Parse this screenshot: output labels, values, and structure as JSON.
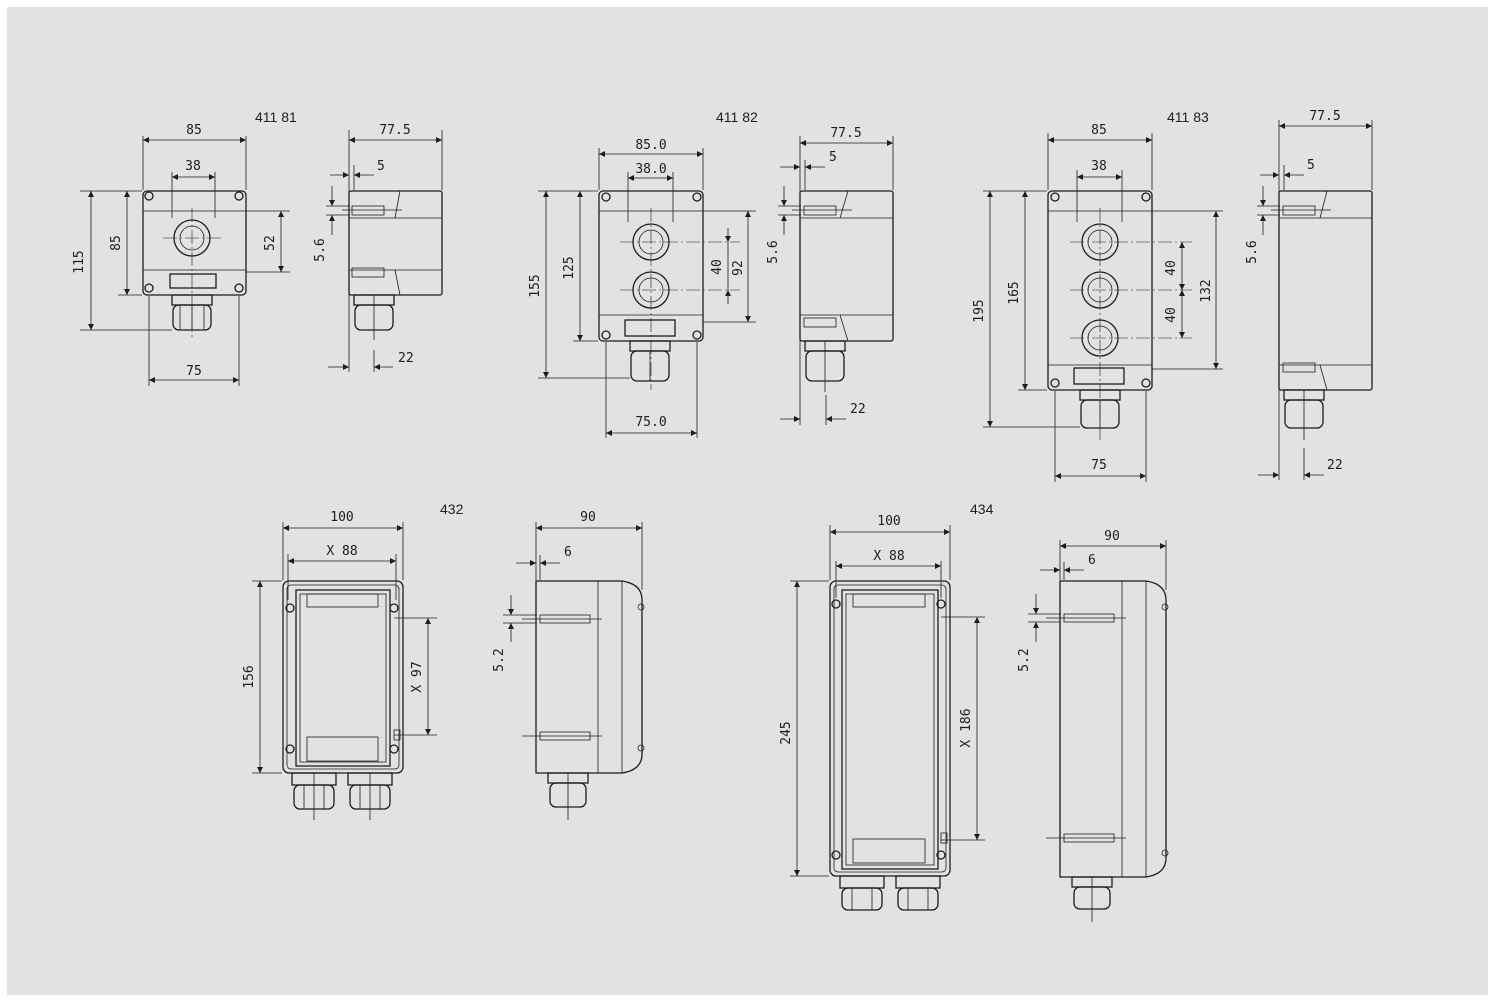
{
  "views": [
    {
      "title": "411 81",
      "front": {
        "width": "85",
        "hole_spacing": "38",
        "height": "85",
        "overall_height": "115",
        "right_dim": "52",
        "bottom_width": "75"
      },
      "side": {
        "depth": "77.5",
        "offset": "5",
        "slot": "5.6",
        "gland": "22"
      }
    },
    {
      "title": "411 82",
      "front": {
        "width": "85.0",
        "hole_spacing": "38.0",
        "height": "125",
        "overall_height": "155",
        "pitch": "40",
        "right_dim": "92",
        "bottom_width": "75.0"
      },
      "side": {
        "depth": "77.5",
        "offset": "5",
        "slot": "5.6",
        "gland": "22"
      }
    },
    {
      "title": "411 83",
      "front": {
        "width": "85",
        "hole_spacing": "38",
        "height": "165",
        "overall_height": "195",
        "pitch_1": "40",
        "pitch_2": "40",
        "right_dim": "132",
        "bottom_width": "75"
      },
      "side": {
        "depth": "77.5",
        "offset": "5",
        "slot": "5.6",
        "gland": "22"
      }
    },
    {
      "title": "432",
      "front": {
        "width": "100",
        "inner_width": "X 88",
        "height": "156",
        "inner_height": "X 97"
      },
      "side": {
        "depth": "90",
        "offset": "6",
        "slot": "5.2"
      }
    },
    {
      "title": "434",
      "front": {
        "width": "100",
        "inner_width": "X 88",
        "height": "245",
        "inner_height": "X 186"
      },
      "side": {
        "depth": "90",
        "offset": "6",
        "slot": "5.2"
      }
    }
  ]
}
